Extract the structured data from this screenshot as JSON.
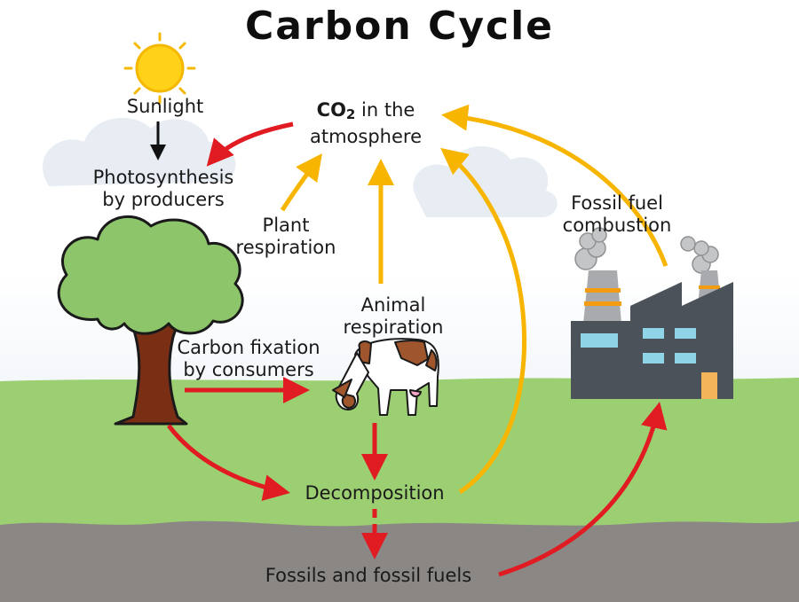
{
  "title": "Carbon Cycle",
  "labels": {
    "sunlight": "Sunlight",
    "photosynthesis": [
      "Photosynthesis",
      "by producers"
    ],
    "co2": {
      "prefix": "CO",
      "subscript": "2",
      "rest": " in the",
      "line2": "atmosphere"
    },
    "plant_respiration": [
      "Plant",
      "respiration"
    ],
    "animal_respiration": [
      "Animal",
      "respiration"
    ],
    "carbon_fixation": [
      "Carbon fixation",
      "by consumers"
    ],
    "fossil_fuel_combustion": [
      "Fossil fuel",
      "combustion"
    ],
    "decomposition": "Decomposition",
    "fossils": "Fossils and fossil fuels"
  },
  "colors": {
    "red_arrow": "#e11b22",
    "yellow_arrow": "#f7b500",
    "black_arrow": "#111111",
    "sky": "#e8eff5",
    "grass": "#9ccf72",
    "ground": "#8b8785",
    "tree_canopy": "#8dc56b",
    "tree_trunk": "#7a2f15",
    "factory": "#4b5259",
    "sun": "#ffd21a"
  }
}
